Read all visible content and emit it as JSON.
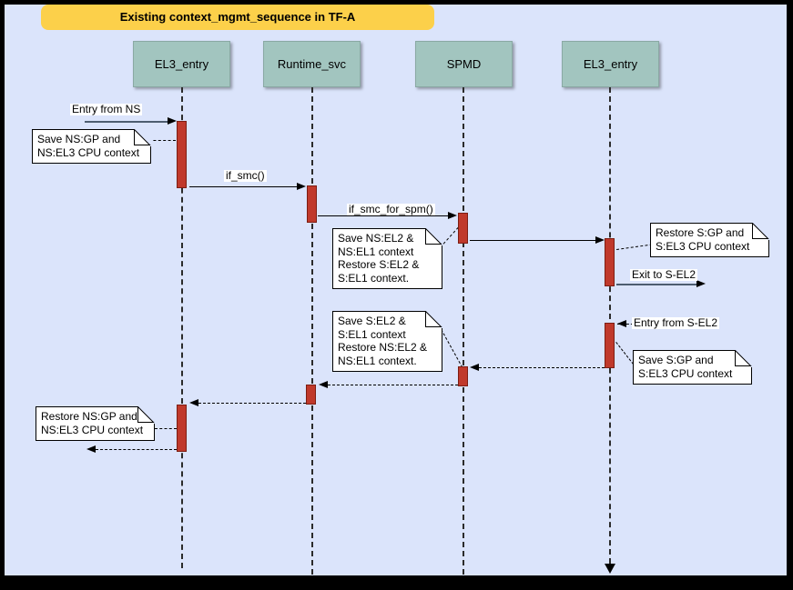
{
  "title": "Existing context_mgmt_sequence in TF-A",
  "actors": [
    {
      "label": "EL3_entry"
    },
    {
      "label": "Runtime_svc"
    },
    {
      "label": "SPMD"
    },
    {
      "label": "EL3_entry"
    }
  ],
  "messages": {
    "entry_from_ns": "Entry from NS",
    "if_smc": "if_smc()",
    "if_smc_for_spm": "if_smc_for_spm()",
    "exit_to_s_el2": "Exit to S-EL2",
    "entry_from_s_el2": "Entry from S-EL2"
  },
  "notes": [
    {
      "text": "Save NS:GP and\nNS:EL3 CPU context"
    },
    {
      "text": "Save NS:EL2 &\nNS:EL1 context\nRestore S:EL2 &\nS:EL1 context."
    },
    {
      "text": "Restore S:GP and\nS:EL3 CPU context"
    },
    {
      "text": "Save S:GP and\nS:EL3 CPU context"
    },
    {
      "text": "Save S:EL2 &\nS:EL1 context\nRestore NS:EL2 &\nNS:EL1 context."
    },
    {
      "text": "Restore NS:GP and\nNS:EL3 CPU context"
    }
  ],
  "colors": {
    "background": "#dbe4fb",
    "frame": "#000000",
    "title_bg": "#fcd04a",
    "actor_bg": "#a2c5bf",
    "activation_fill": "#c0392b",
    "activation_border": "#7d1d12",
    "note_bg": "#ffffff",
    "line": "#000000"
  }
}
